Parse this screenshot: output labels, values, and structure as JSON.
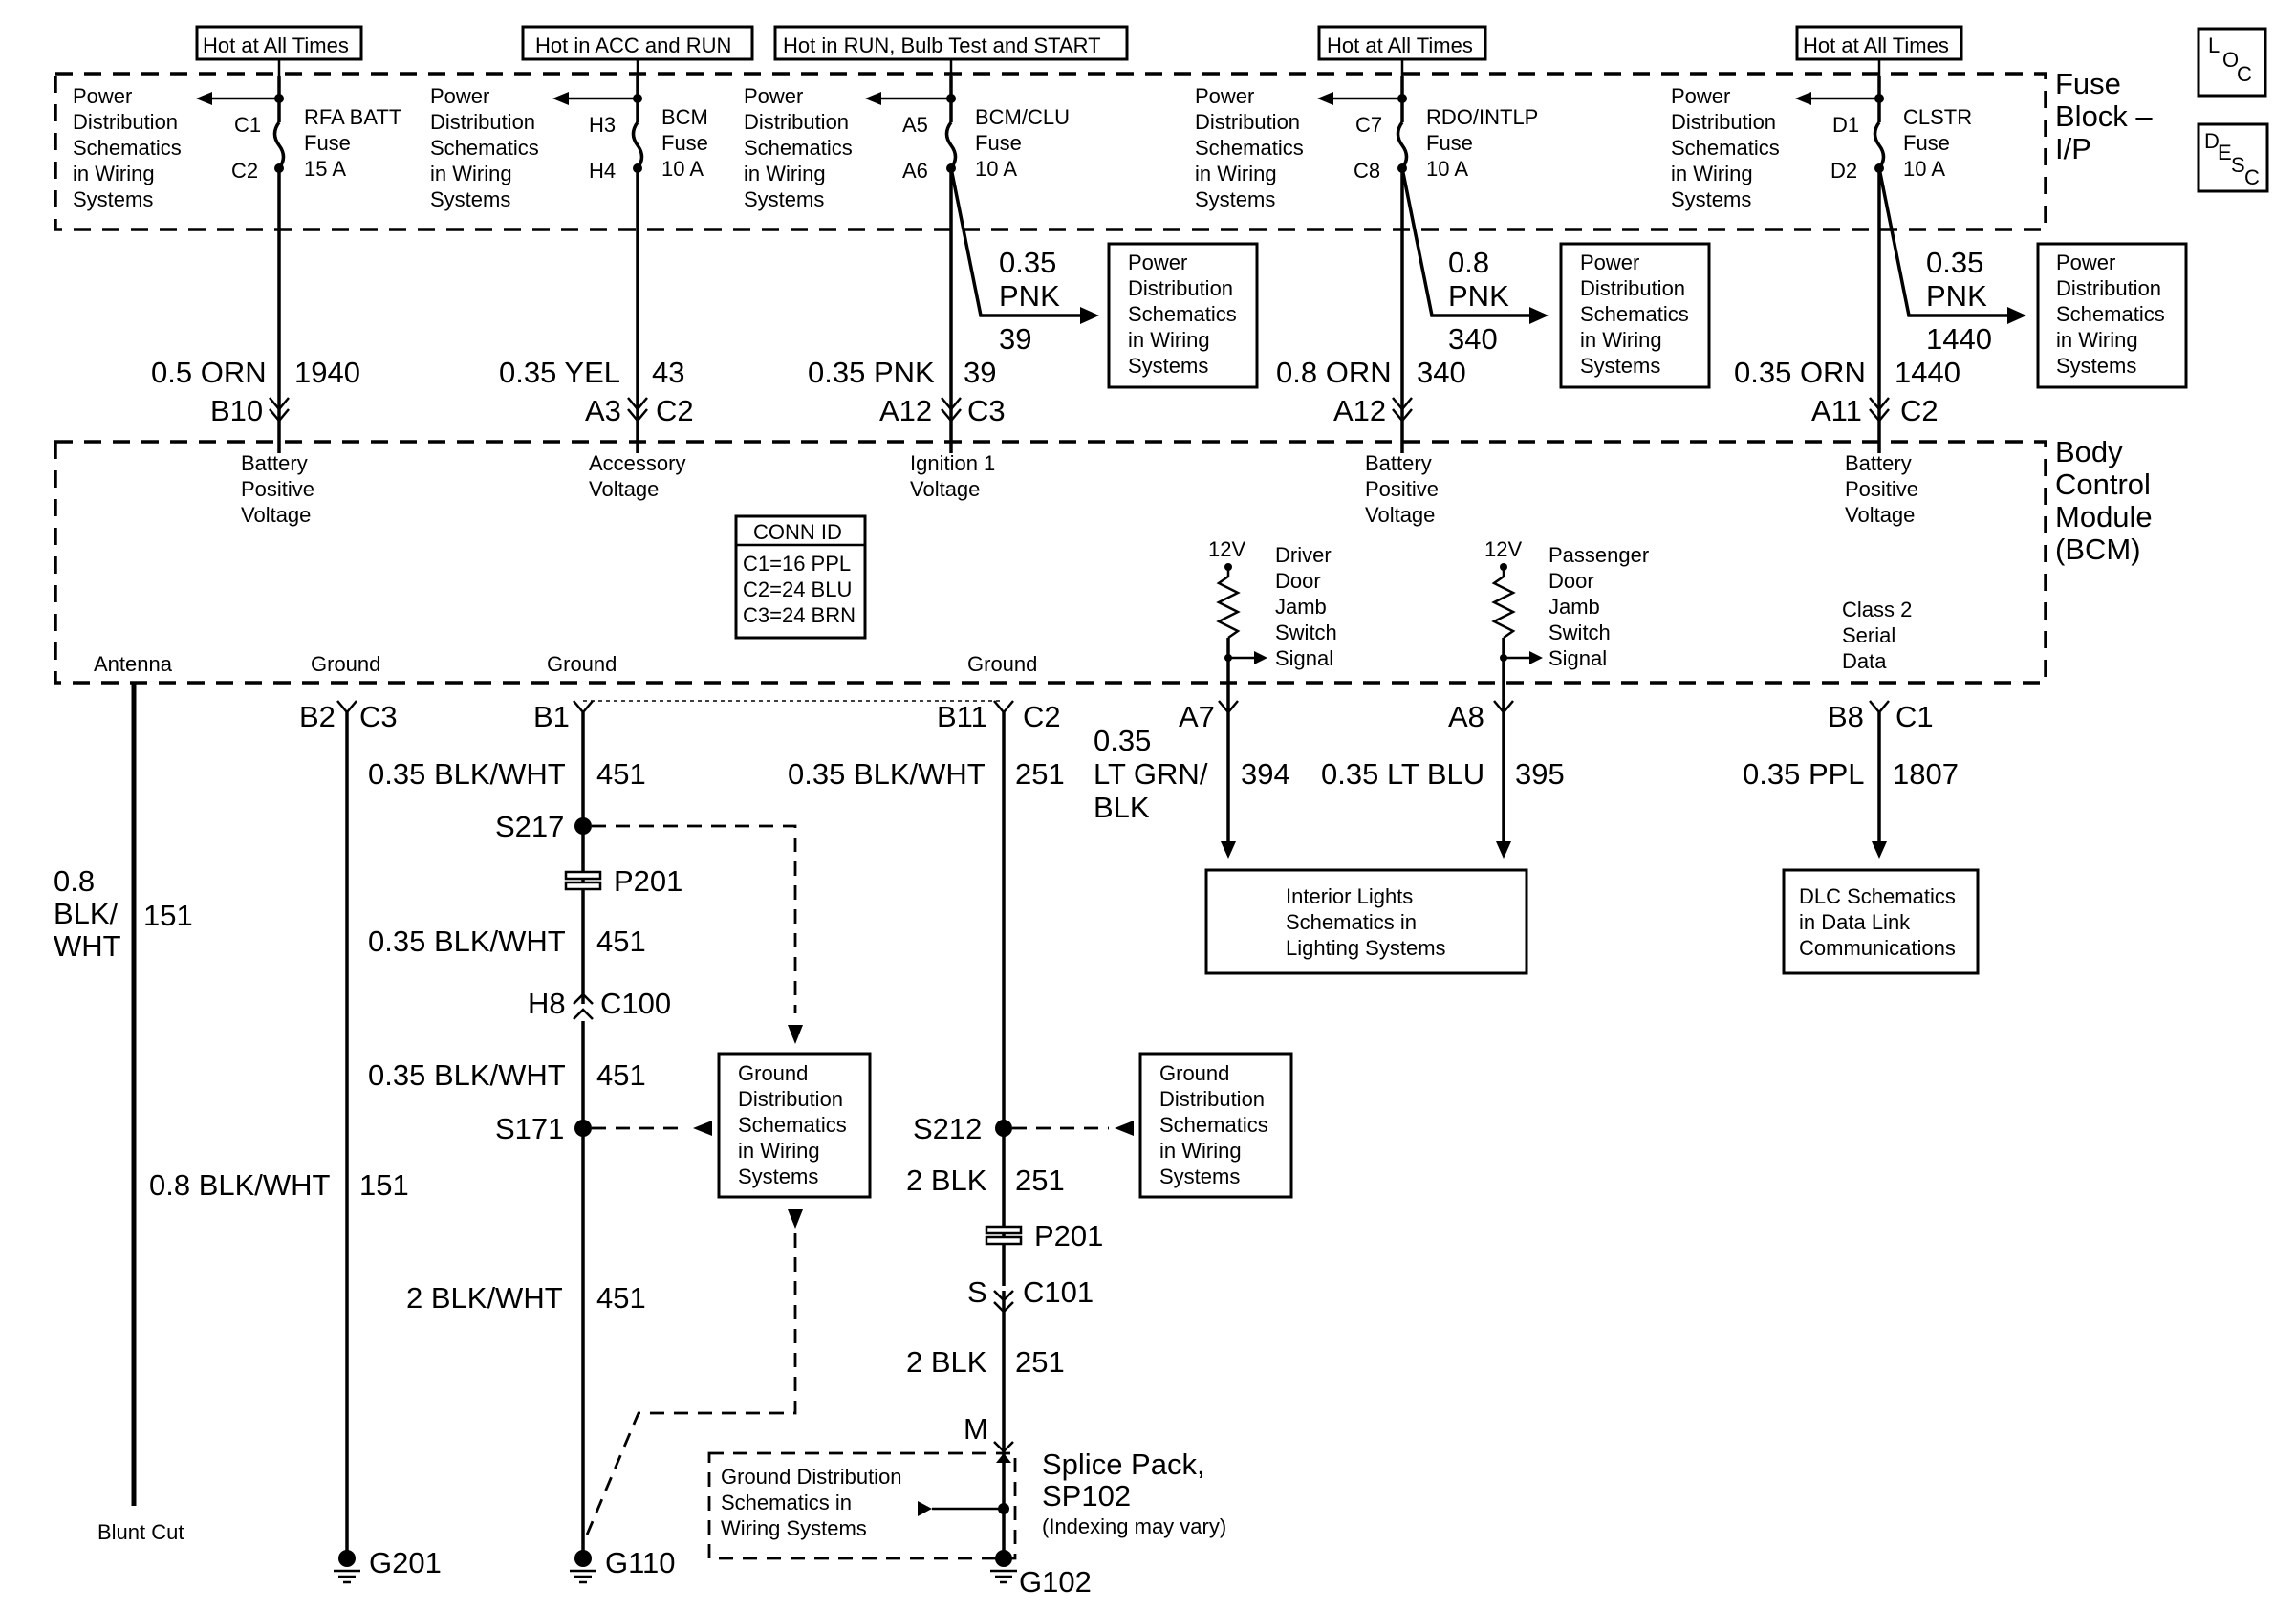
{
  "side_icons": {
    "loc": {
      "a": "L",
      "b": "O",
      "c": "C"
    },
    "desc": {
      "a": "D",
      "b": "E",
      "c": "S",
      "d": "C"
    }
  },
  "fuse_block": {
    "title": [
      "Fuse",
      "Block –",
      "I/P"
    ]
  },
  "bcm": {
    "title": [
      "Body",
      "Control",
      "Module",
      "(BCM)"
    ]
  },
  "hot_labels": [
    "Hot at All Times",
    "Hot in ACC and RUN",
    "Hot in RUN, Bulb Test and START",
    "Hot at All Times",
    "Hot at All Times"
  ],
  "pd_lines": [
    "Power",
    "Distribution",
    "Schematics",
    "in Wiring",
    "Systems"
  ],
  "fuses": [
    {
      "top": "C1",
      "bot": "C2",
      "name": "RFA BATT",
      "label": "Fuse",
      "rating": "15 A"
    },
    {
      "top": "H3",
      "bot": "H4",
      "name": "BCM",
      "label": "Fuse",
      "rating": "10 A"
    },
    {
      "top": "A5",
      "bot": "A6",
      "name": "BCM/CLU",
      "label": "Fuse",
      "rating": "10 A"
    },
    {
      "top": "C7",
      "bot": "C8",
      "name": "RDO/INTLP",
      "label": "Fuse",
      "rating": "10 A"
    },
    {
      "top": "D1",
      "bot": "D2",
      "name": "CLSTR",
      "label": "Fuse",
      "rating": "10 A"
    }
  ],
  "branches": [
    {
      "size": "0.35",
      "color": "PNK",
      "circuit": "39"
    },
    {
      "size": "0.8",
      "color": "PNK",
      "circuit": "340"
    },
    {
      "size": "0.35",
      "color": "PNK",
      "circuit": "1440"
    }
  ],
  "upper_wires": [
    {
      "gauge": "0.5 ORN",
      "circuit": "1940",
      "pin": "B10",
      "conn": ""
    },
    {
      "gauge": "0.35 YEL",
      "circuit": "43",
      "pin": "A3",
      "conn": "C2"
    },
    {
      "gauge": "0.35 PNK",
      "circuit": "39",
      "pin": "A12",
      "conn": "C3"
    },
    {
      "gauge": "0.8 ORN",
      "circuit": "340",
      "pin": "A12",
      "conn": ""
    },
    {
      "gauge": "0.35 ORN",
      "circuit": "1440",
      "pin": "A11",
      "conn": "C2"
    }
  ],
  "bcm_inputs": [
    [
      "Battery",
      "Positive",
      "Voltage"
    ],
    [
      "Accessory",
      "Voltage"
    ],
    [
      "Ignition 1",
      "Voltage"
    ],
    [
      "Battery",
      "Positive",
      "Voltage"
    ],
    [
      "Battery",
      "Positive",
      "Voltage"
    ]
  ],
  "conn_id": {
    "title": "CONN ID",
    "lines": [
      "C1=16 PPL",
      "C2=24 BLU",
      "C3=24 BRN"
    ]
  },
  "door_switches": [
    {
      "volt": "12V",
      "lines": [
        "Driver",
        "Door",
        "Jamb",
        "Switch",
        "Signal"
      ]
    },
    {
      "volt": "12V",
      "lines": [
        "Passenger",
        "Door",
        "Jamb",
        "Switch",
        "Signal"
      ]
    }
  ],
  "serial": [
    "Class 2",
    "Serial",
    "Data"
  ],
  "bcm_bottom": [
    "Antenna",
    "Ground",
    "Ground",
    "Ground"
  ],
  "lower_pins": {
    "b2": "B2",
    "c3": "C3",
    "b1": "B1",
    "b11": "B11",
    "c2a": "C2",
    "a7": "A7",
    "a8": "A8",
    "b8": "B8",
    "c1": "C1"
  },
  "lower_wires": {
    "w451a": "0.35 BLK/WHT",
    "c451a": "451",
    "w251a": "0.35 BLK/WHT",
    "c251a": "251",
    "w394": [
      "0.35",
      "LT GRN/",
      "BLK"
    ],
    "c394": "394",
    "w395": "0.35 LT BLU",
    "c395": "395",
    "w1807": "0.35 PPL",
    "c1807": "1807",
    "w151a": [
      "0.8",
      "BLK/",
      "WHT"
    ],
    "c151a": "151",
    "w451b": "0.35 BLK/WHT",
    "c451b": "451",
    "w451c": "0.35 BLK/WHT",
    "c451c": "451",
    "w151b": "0.8 BLK/WHT",
    "c151b": "151",
    "w451d": "2 BLK/WHT",
    "c451d": "451",
    "w251b": "2 BLK",
    "c251b": "251",
    "w251c": "2 BLK",
    "c251c": "251"
  },
  "splices": {
    "s217": "S217",
    "p201a": "P201",
    "h8": "H8",
    "c100": "C100",
    "s171": "S171",
    "s212": "S212",
    "p201b": "P201",
    "s": "S",
    "c101": "C101",
    "m": "M"
  },
  "interior_box": [
    "Interior Lights",
    "Schematics in",
    "Lighting Systems"
  ],
  "dlc_box": [
    "DLC Schematics",
    "in Data Link",
    "Communications"
  ],
  "gd_lines": [
    "Ground",
    "Distribution",
    "Schematics",
    "in Wiring",
    "Systems"
  ],
  "gd_splice_box": [
    "Ground Distribution",
    "Schematics in",
    "Wiring Systems"
  ],
  "splice_pack": {
    "l1": "Splice Pack,",
    "l2": "SP102",
    "l3": "(Indexing may vary)"
  },
  "blunt_cut": "Blunt Cut",
  "grounds": [
    "G201",
    "G110",
    "G102"
  ]
}
